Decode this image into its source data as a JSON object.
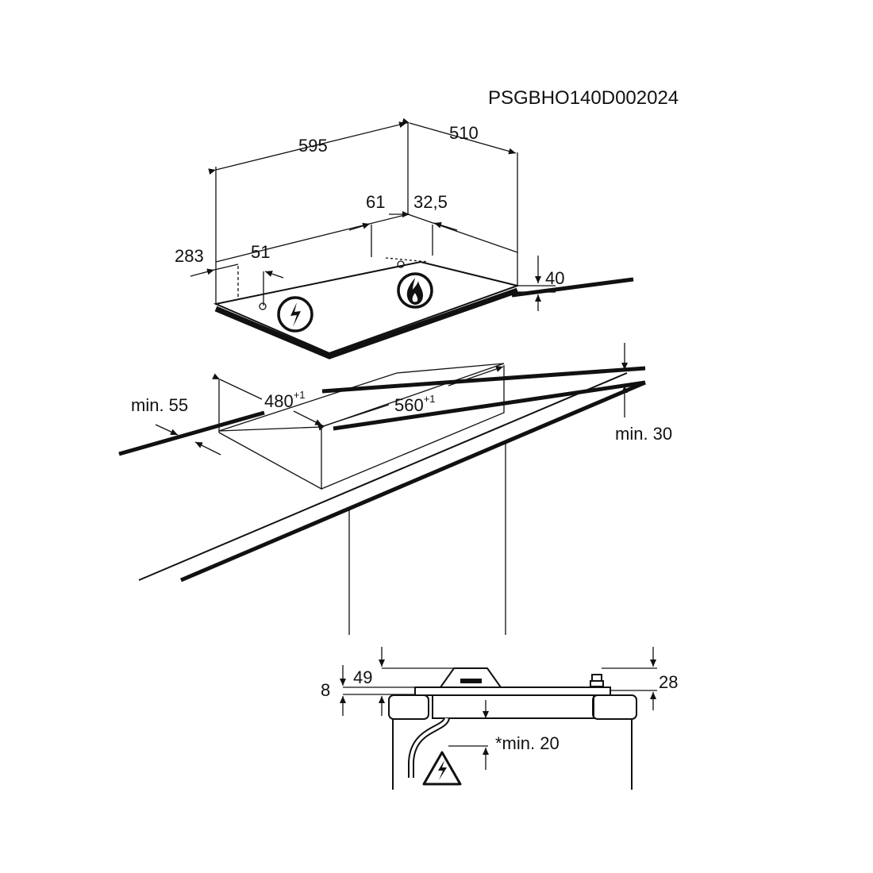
{
  "product_code": "PSGBHO140D002024",
  "hob_dimensions": {
    "width": "595",
    "depth": "510",
    "height": "40",
    "connection_left_offset": "283",
    "connection_left_spacing": "51",
    "connection_right_offset": "61",
    "connection_right_spacing": "32,5"
  },
  "cutout_dimensions": {
    "depth": "480",
    "depth_tolerance": "+1",
    "width": "560",
    "width_tolerance": "+1",
    "min_front_distance": "min. 55",
    "min_worktop_thickness": "min. 30"
  },
  "side_view_dimensions": {
    "total_height": "49",
    "glass_height": "8",
    "knob_height": "28",
    "min_clearance": "*min. 20"
  },
  "icons": [
    "electric-hazard-icon",
    "gas-flame-icon",
    "electric-warning-triangle-icon"
  ],
  "colors": {
    "line": "#111111",
    "background": "#ffffff"
  }
}
